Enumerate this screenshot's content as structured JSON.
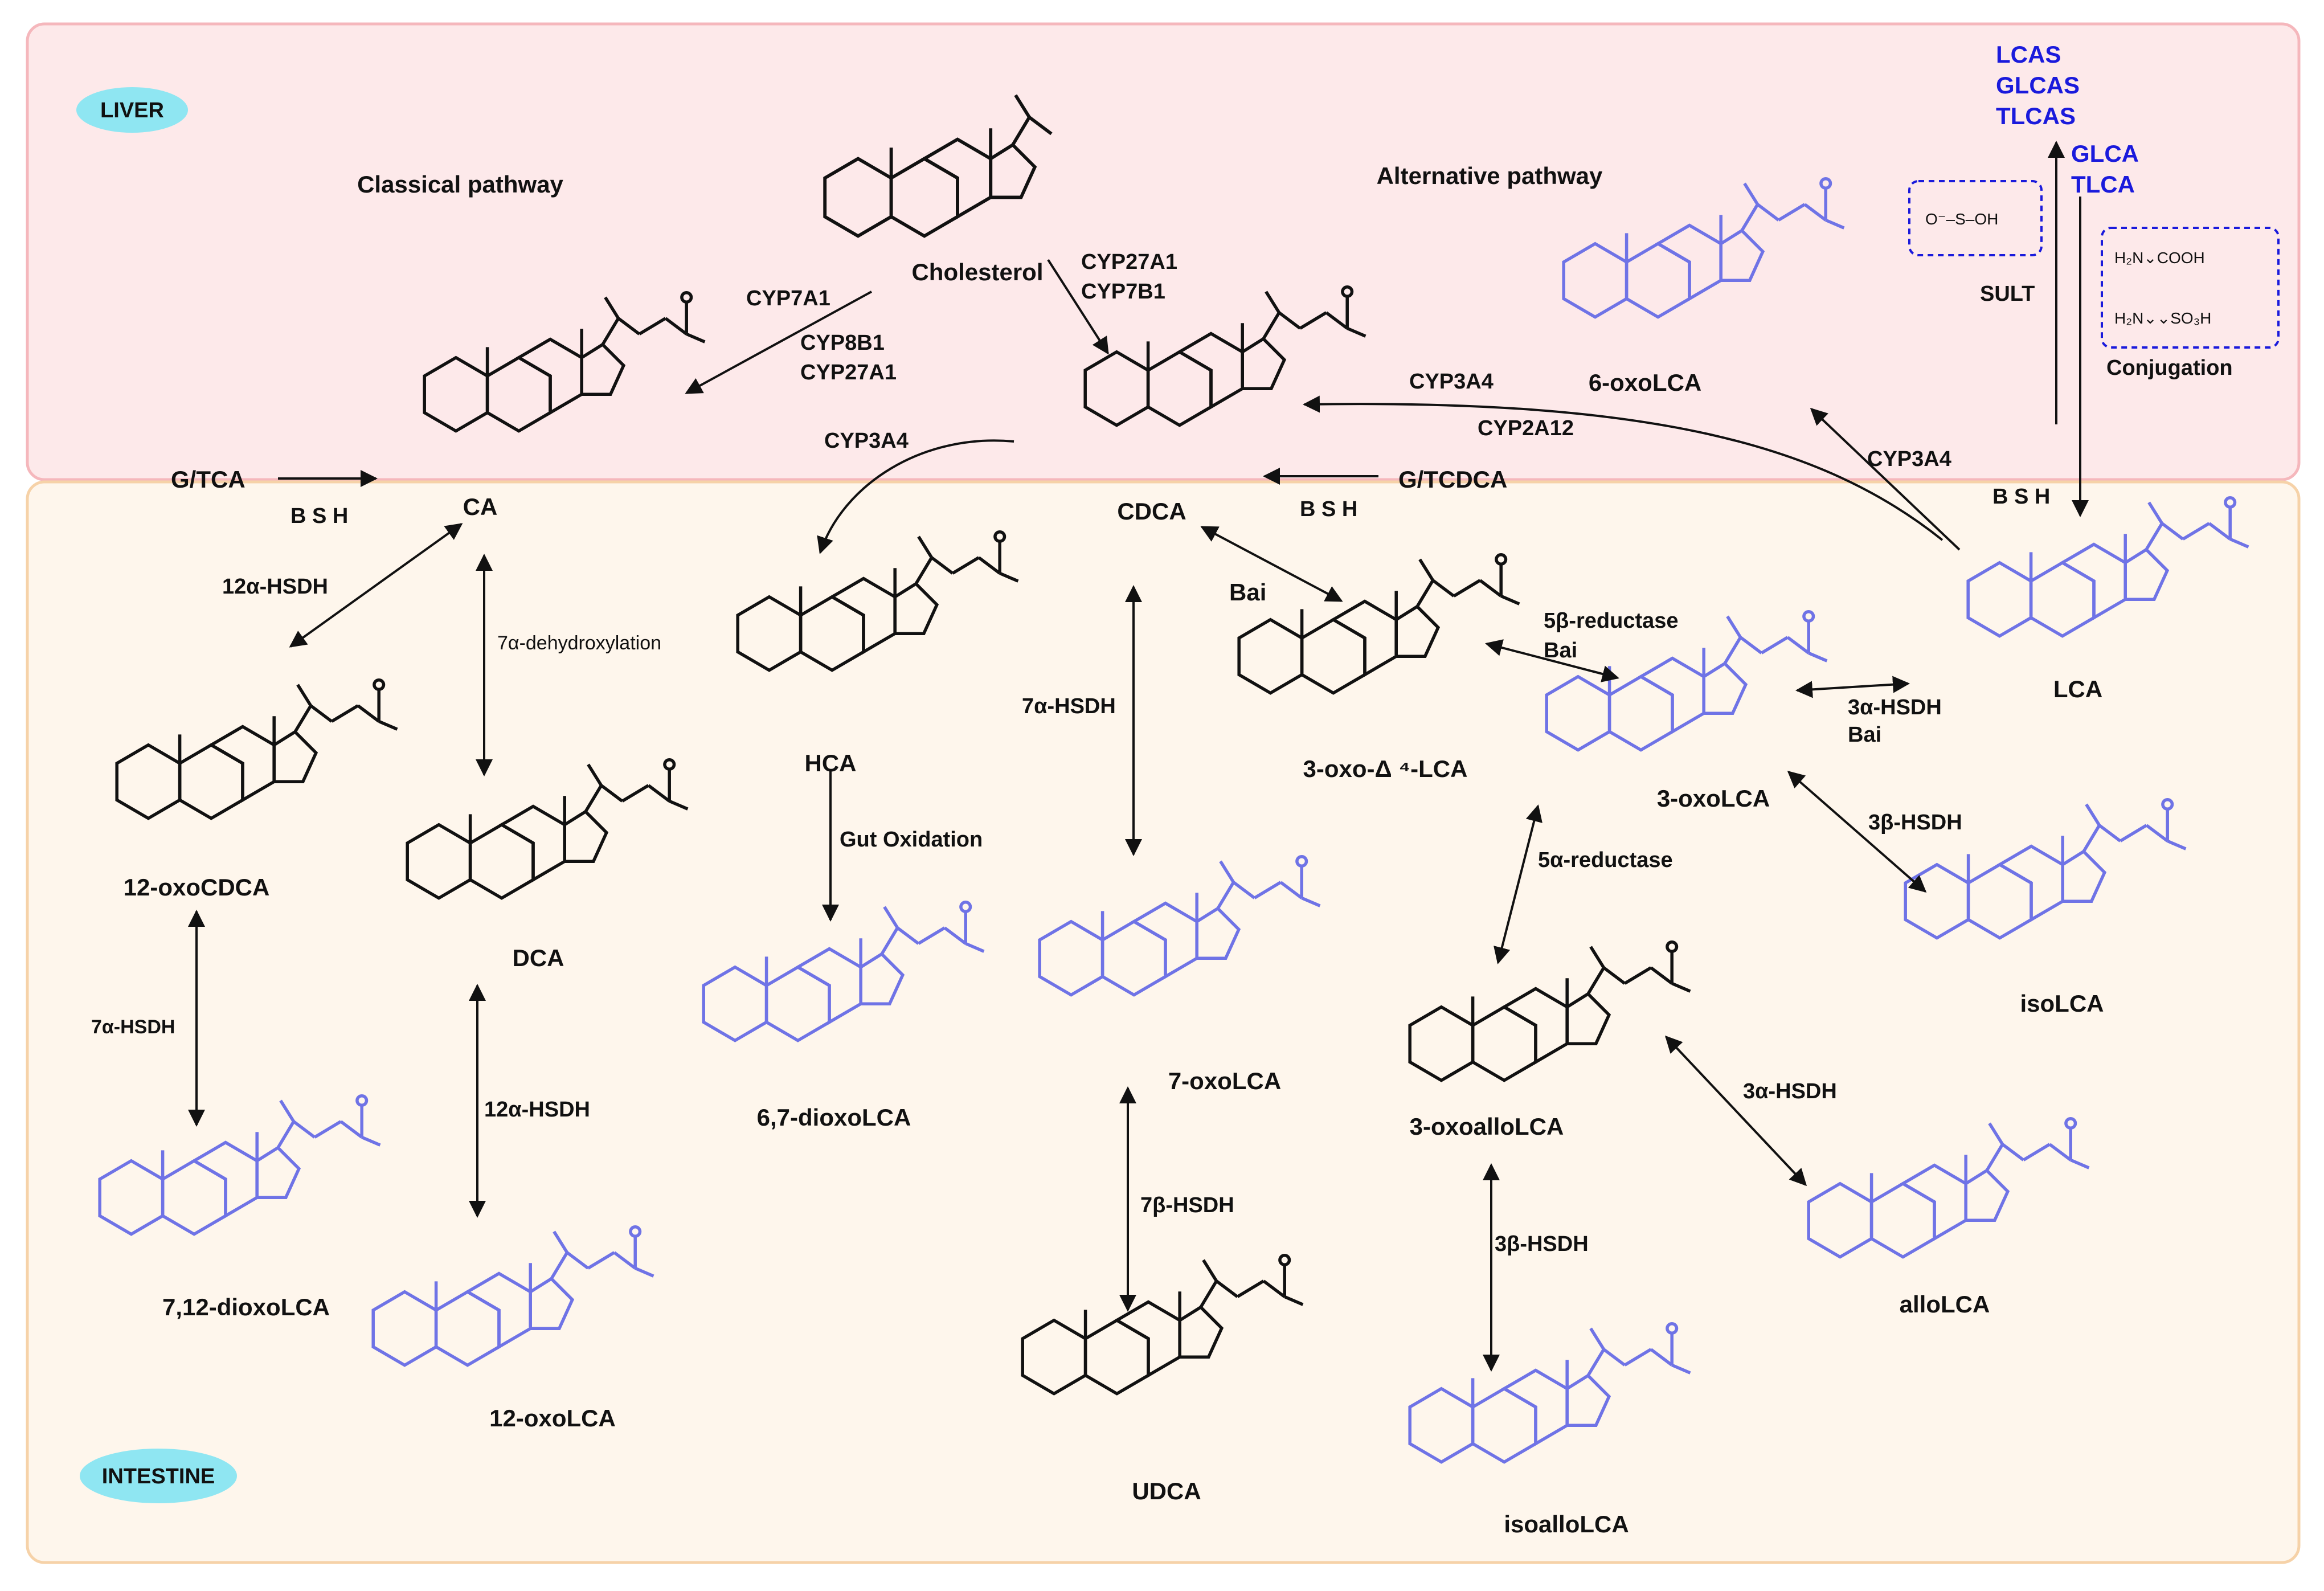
{
  "colors": {
    "liver_bg": "#fde9ea",
    "liver_border": "#f5b7bc",
    "intestine_bg": "#fef6ec",
    "intestine_border": "#f6d2a8",
    "badge_bg": "#8fe6f2",
    "blue_text": "#1a1adc",
    "blue_structure": "#6f73e6",
    "black": "#111111"
  },
  "regions": {
    "liver_label": "LIVER",
    "intestine_label": "INTESTINE"
  },
  "headings": {
    "classical": "Classical pathway",
    "alternative": "Alternative pathway"
  },
  "compounds": {
    "cholesterol": "Cholesterol",
    "ca": "CA",
    "cdca": "CDCA",
    "hca": "HCA",
    "dca": "DCA",
    "oxo12cdca": "12-oxoCDCA",
    "dioxo712": "7,12-dioxoLCA",
    "oxo12lca": "12-oxoLCA",
    "dioxo67": "6,7-dioxoLCA",
    "oxo7lca": "7-oxoLCA",
    "udca": "UDCA",
    "oxodelta": "3-oxo-Δ ⁴-LCA",
    "oxo3lca": "3-oxoLCA",
    "oxoallo": "3-oxoalloLCA",
    "isoallolca": "isoalloLCA",
    "isolca": "isoLCA",
    "allolca": "alloLCA",
    "lca": "LCA",
    "oxo6lca": "6-oxoLCA"
  },
  "inputs": {
    "gtca": "G/TCA",
    "gtcdca": "G/TCDCA"
  },
  "enzymes": {
    "cyp7a1": "CYP7A1",
    "cyp8b1": "CYP8B1",
    "cyp27a1_a": "CYP27A1",
    "cyp27a1_b": "CYP27A1",
    "cyp7b1": "CYP7B1",
    "cyp3a4_a": "CYP3A4",
    "cyp3a4_b": "CYP3A4",
    "cyp3a4_c": "CYP3A4",
    "cyp2a12": "CYP2A12",
    "bsh_a": "B S H",
    "bsh_b": "B S H",
    "bsh_c": "B S H",
    "hsdh12a_a": "12α-HSDH",
    "hsdh12a_b": "12α-HSDH",
    "dehydrox7a": "7α-dehydroxylation",
    "hsdh7a_a": "7α-HSDH",
    "hsdh7a_b": "7α-HSDH",
    "gut_oxidation": "Gut Oxidation",
    "hsdh7b": "7β-HSDH",
    "bai_a": "Bai",
    "red5b": "5β-reductase",
    "bai_b": "Bai",
    "hsdh3a_bai": "3α-HSDH",
    "bai_c": "Bai",
    "hsdh3b_a": "3β-HSDH",
    "red5a": "5α-reductase",
    "hsdh3a": "3α-HSDH",
    "hsdh3b_b": "3β-HSDH",
    "sult": "SULT",
    "conjugation": "Conjugation"
  },
  "sulfated": [
    "LCAS",
    "GLCAS",
    "TLCAS"
  ],
  "conjugated": [
    "GLCA",
    "TLCA"
  ]
}
